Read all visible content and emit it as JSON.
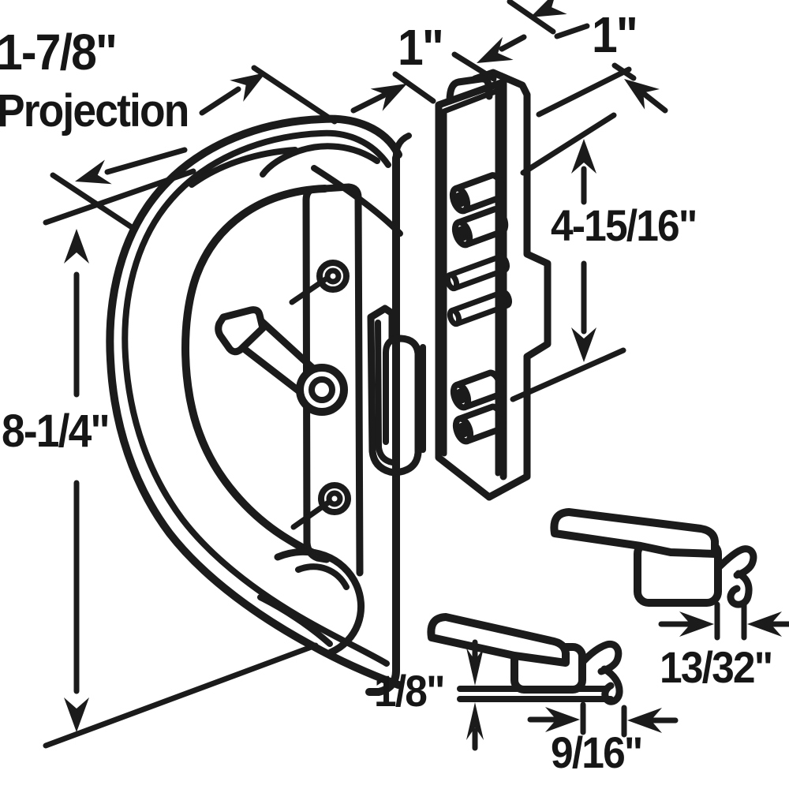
{
  "figure": {
    "type": "technical-line-drawing",
    "subject": "sliding-door-handle-set-with-dimensions",
    "background": "#ffffff",
    "line_color": "#1b1b1b",
    "labels": {
      "projection_value": "1-7/8\"",
      "projection_word": "Projection",
      "top_dim_left": "1\"",
      "top_dim_right": "1\"",
      "right_dim": "4-15/16\"",
      "left_dim": "8-1/4\"",
      "lower_right_dim": "13/32\"",
      "lower_left_dim": "1/8\"",
      "lower_center_dim": "9/16\""
    }
  }
}
